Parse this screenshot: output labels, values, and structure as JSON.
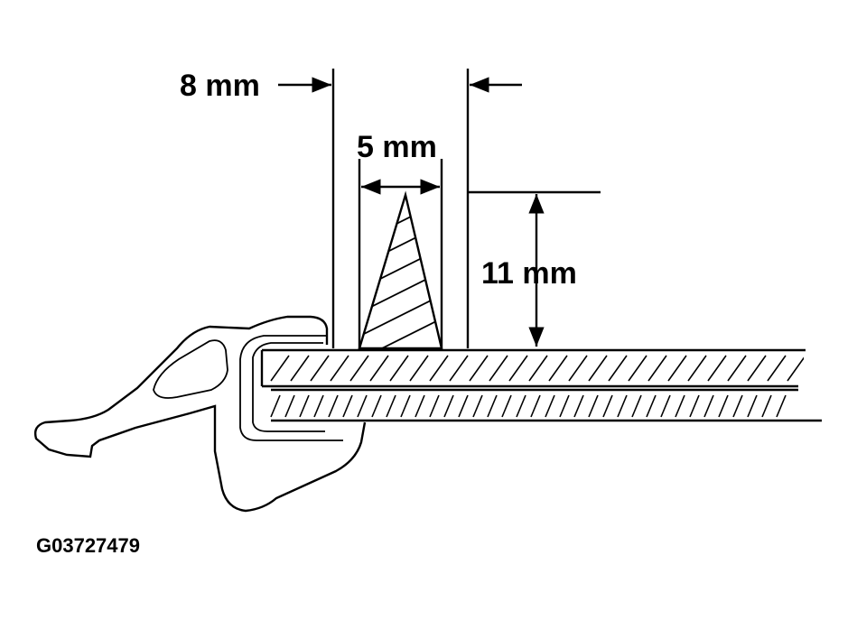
{
  "labels": {
    "gap_width": "8 mm",
    "bead_base_width": "5 mm",
    "bead_height": "11 mm",
    "figure_code": "G03727479"
  },
  "colors": {
    "ink": "#000000",
    "paper": "#ffffff"
  }
}
